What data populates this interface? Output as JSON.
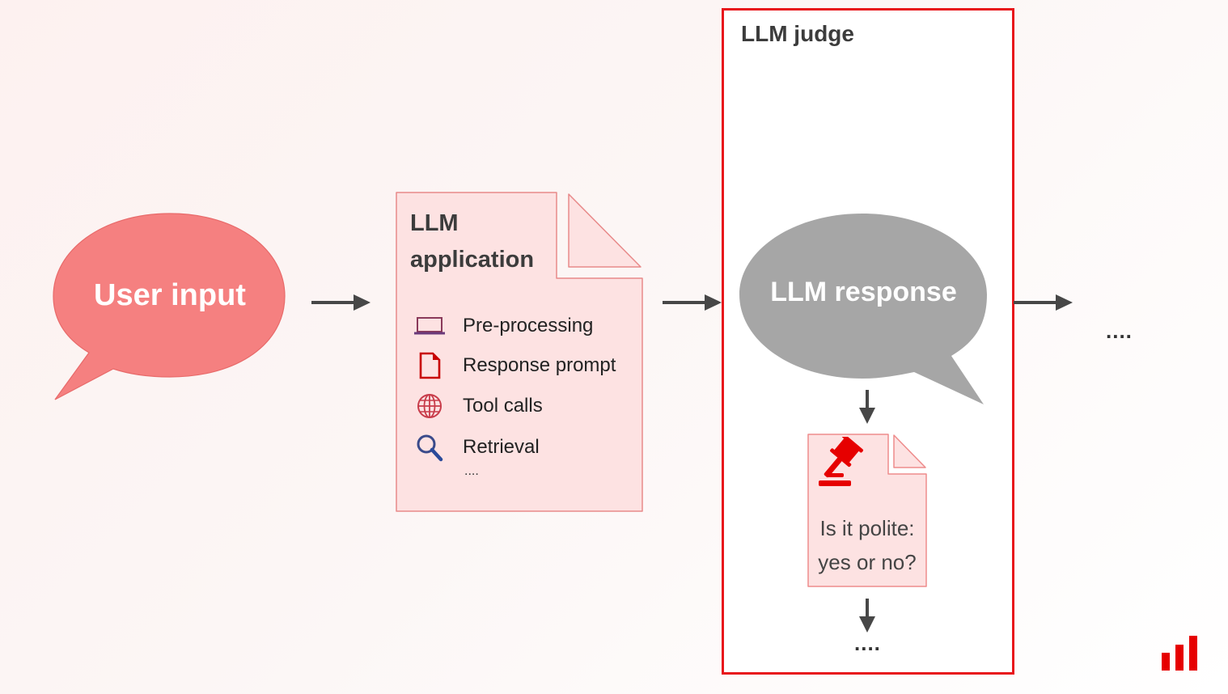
{
  "user_input": {
    "label": "User input",
    "fill": "#f58080"
  },
  "llm_application": {
    "title_line1": "LLM",
    "title_line2": "application",
    "items": [
      {
        "icon": "laptop-icon",
        "label": "Pre-processing"
      },
      {
        "icon": "document-icon",
        "label": "Response prompt"
      },
      {
        "icon": "globe-icon",
        "label": "Tool calls"
      },
      {
        "icon": "magnifier-icon",
        "label": "Retrieval"
      }
    ],
    "more": "....",
    "fill": "#fde2e2",
    "border": "#e88a8a"
  },
  "llm_judge": {
    "title": "LLM judge",
    "border": "#e8151b",
    "response_label": "LLM response",
    "response_fill": "#a6a6a6",
    "criterion_line1": "Is it polite:",
    "criterion_line2": "yes or no?",
    "criterion_icon": "gavel-icon",
    "more": "...."
  },
  "trailing_more": "....",
  "logo": {
    "icon": "bar-chart-logo-icon",
    "color": "#e60000"
  }
}
